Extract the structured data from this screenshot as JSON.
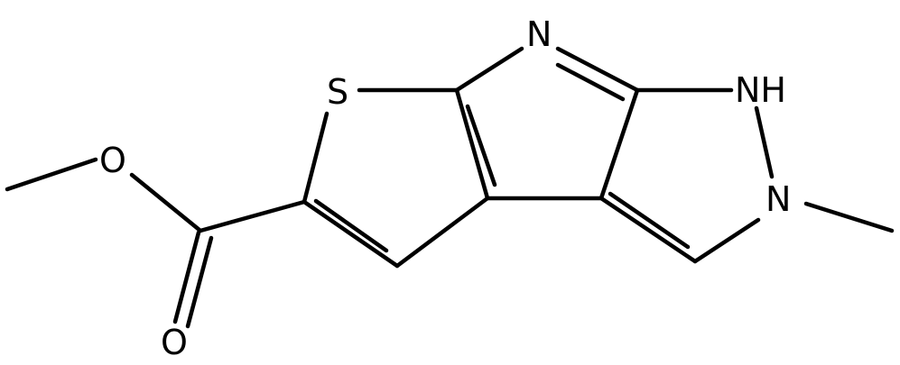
{
  "atoms": {
    "O1": "O",
    "O2": "O",
    "S": "S",
    "N1": "N",
    "NH": "NH",
    "N2": "N"
  },
  "colors": {
    "bond": "#000000",
    "label": "#000000",
    "background": "#ffffff"
  }
}
